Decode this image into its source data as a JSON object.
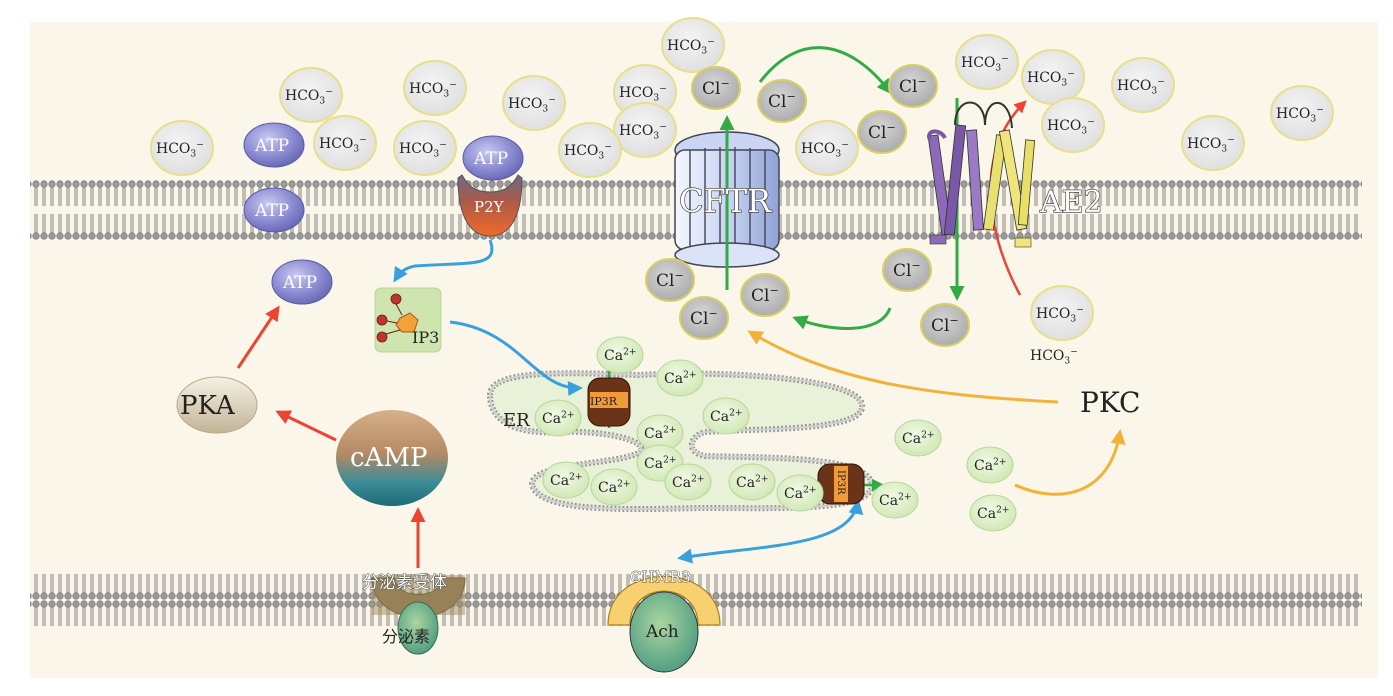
{
  "ions": {
    "hco3": "HCO",
    "hco3_sub": "3",
    "hco3_sup": "−",
    "cl": "Cl",
    "cl_sup": "−",
    "ca": "Ca",
    "ca_sup": "2+"
  },
  "labels": {
    "atp": "ATP",
    "p2y": "P2Y",
    "cftr": "CFTR",
    "ae2": "AE2",
    "ip3": "IP3",
    "ip3r": "IP3R",
    "er": "ER",
    "pka": "PKA",
    "camp": "cAMP",
    "pkc": "PKC",
    "secretin_receptor": "分泌素受体",
    "secretin": "分泌素",
    "chmr3": "CHMR3",
    "ach": "Ach"
  },
  "colors": {
    "background": "#faf7ea",
    "hco3_fill": "#eeeeee",
    "hco3_stroke": "#e6e08a",
    "cl_fill": "#bdbdbd",
    "cl_stroke": "#d8d060",
    "ca_fill": "#dff0c8",
    "atp_fill": "#8f8fd0",
    "arrow_green": "#33aa44",
    "arrow_red": "#ee4433",
    "arrow_blue": "#3aa0dd",
    "arrow_orange": "#f2b23a"
  }
}
